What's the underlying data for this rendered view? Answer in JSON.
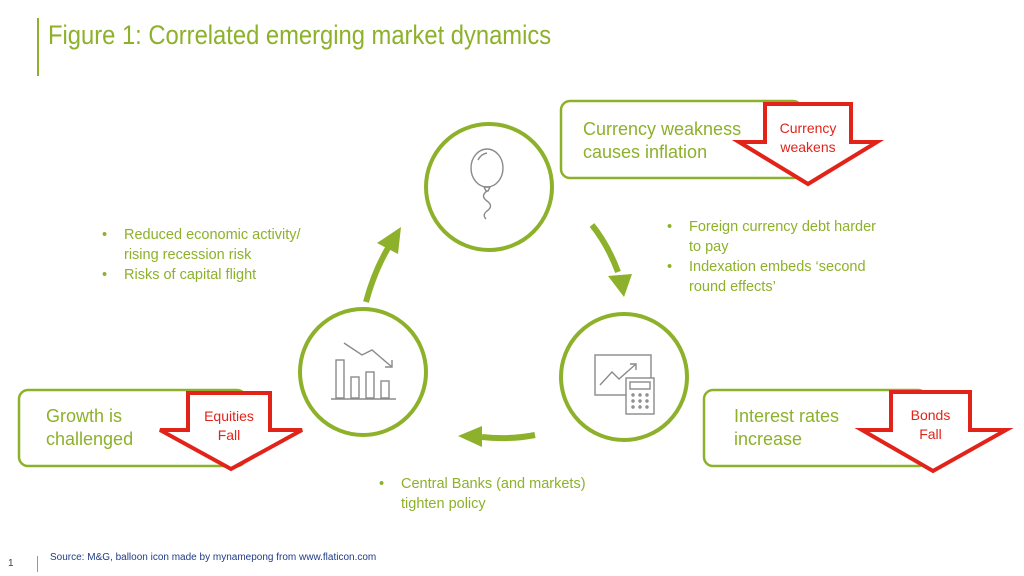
{
  "title": "Figure 1: Correlated emerging market dynamics",
  "colors": {
    "accent": "#8db12a",
    "arrow_red": "#e2231a",
    "footer_text": "#1f3c88"
  },
  "icons": [
    "balloon-icon",
    "calculator-chart-icon",
    "falling-bar-chart-icon"
  ],
  "boxes": {
    "currency": {
      "text_line1": "Currency weakness",
      "text_line2": "causes inflation",
      "arrow_line1": "Currency",
      "arrow_line2": "weakens"
    },
    "interest": {
      "text_line1": "Interest rates",
      "text_line2": "increase",
      "arrow_line1": "Bonds",
      "arrow_line2": "Fall"
    },
    "growth": {
      "text_line1": "Growth is",
      "text_line2": "challenged",
      "arrow_line1": "Equities",
      "arrow_line2": "Fall"
    }
  },
  "bullets": {
    "top_left": [
      {
        "line1": "Reduced economic activity/",
        "line2": "rising recession risk"
      },
      {
        "line1": "Risks of capital flight",
        "line2": ""
      }
    ],
    "top_right": [
      {
        "line1": "Foreign currency debt harder",
        "line2": "to pay"
      },
      {
        "line1": "Indexation embeds ‘second",
        "line2": "round effects’"
      }
    ],
    "bottom": [
      {
        "line1": "Central Banks (and markets)",
        "line2": "tighten policy"
      }
    ]
  },
  "footer": {
    "page_number": "1",
    "source": "Source: M&G, balloon icon made by mynamepong from www.flaticon.com"
  }
}
